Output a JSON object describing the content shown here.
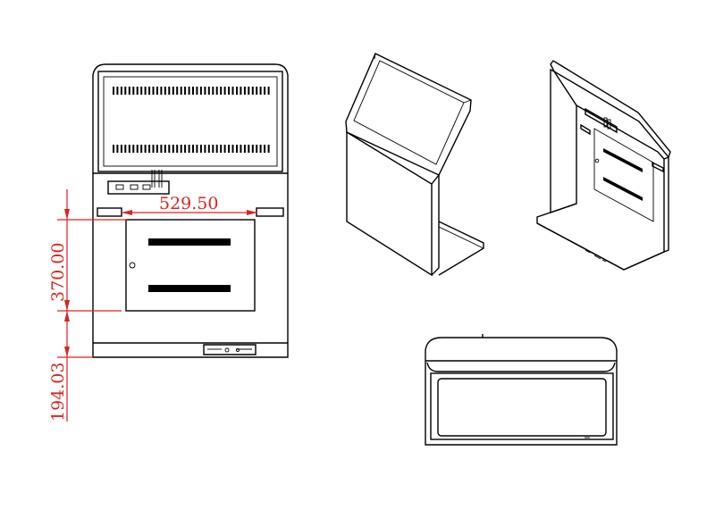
{
  "drawing": {
    "views": [
      "front-view",
      "front-isometric-view",
      "rear-isometric-view",
      "top-view"
    ],
    "dimensions": {
      "width": "529.50",
      "height_upper": "370.00",
      "height_lower": "194.03"
    },
    "colors": {
      "line": "#000000",
      "dimension": "#e0201c",
      "background": "#ffffff"
    }
  }
}
